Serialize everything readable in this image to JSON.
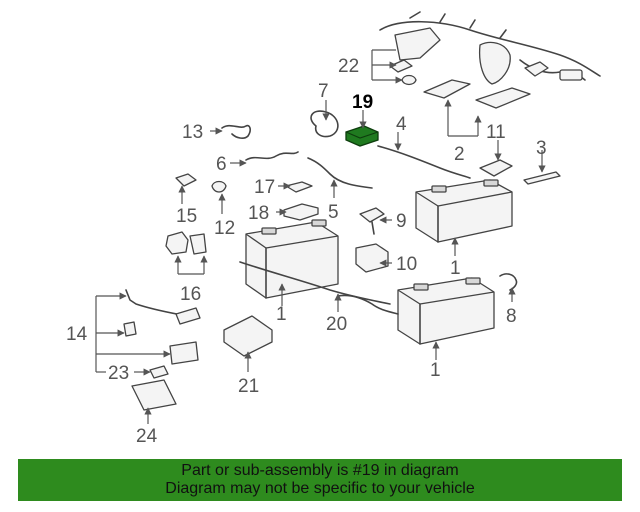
{
  "diagram": {
    "callouts": {
      "c1a": "1",
      "c1b": "1",
      "c1c": "1",
      "c2": "2",
      "c3": "3",
      "c4": "4",
      "c5": "5",
      "c6": "6",
      "c7": "7",
      "c8": "8",
      "c9": "9",
      "c10": "10",
      "c11": "11",
      "c12": "12",
      "c13": "13",
      "c14": "14",
      "c15": "15",
      "c16": "16",
      "c17": "17",
      "c18": "18",
      "c19": "19",
      "c20": "20",
      "c21": "21",
      "c22": "22",
      "c23": "23",
      "c24": "24"
    },
    "highlighted_part": "19",
    "highlight_color": "#1f7a1f"
  },
  "banner": {
    "line1": "Part or sub-assembly is #19 in diagram",
    "line2": "Diagram may not be specific to your vehicle",
    "background": "#2e8b1e"
  }
}
